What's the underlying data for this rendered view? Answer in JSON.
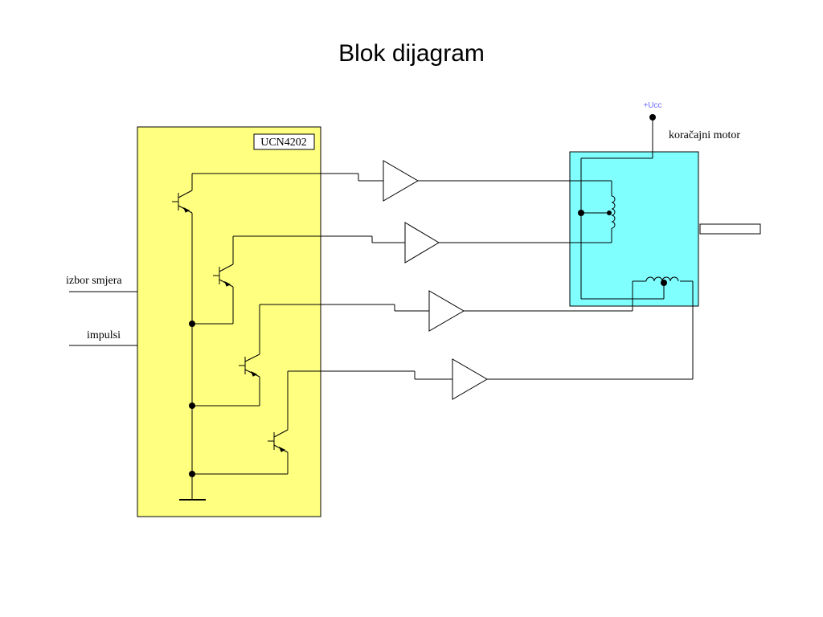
{
  "slide": {
    "title": "Blok dijagram"
  },
  "diagram": {
    "chip_label": "UCN4202",
    "motor_label": "koračajni motor",
    "supply_label": "+Ucc",
    "input_direction_label": "izbor smjera",
    "input_pulses_label": "impulsi"
  },
  "colors": {
    "chip_fill": "#ffff80",
    "motor_fill": "#80ffff",
    "supply_label": "#6a6aff",
    "wire": "#000000"
  }
}
